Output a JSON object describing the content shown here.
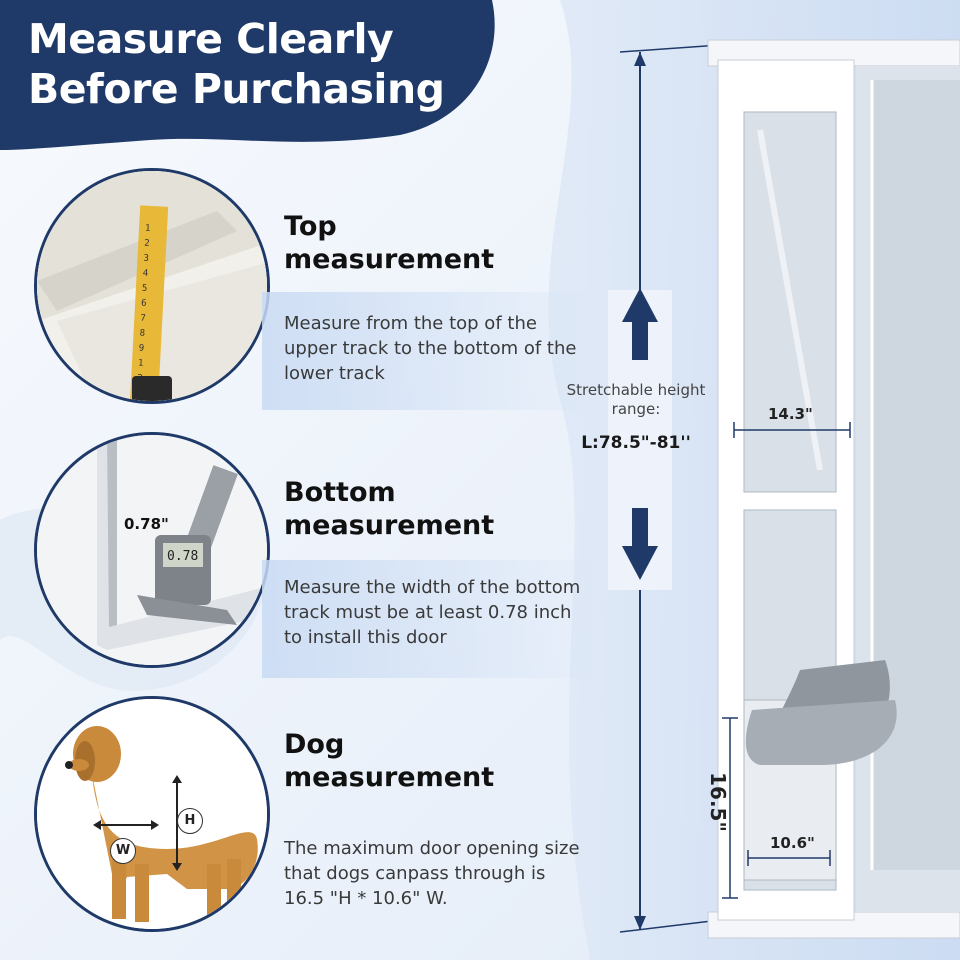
{
  "banner": {
    "title": "Measure Clearly Before Purchasing",
    "color": "#1f3a68"
  },
  "sections": [
    {
      "heading_line1": "Top",
      "heading_line2": "measurement",
      "description": "Measure from the top of the upper track to the bottom of the lower track",
      "image_icon": "tape-measure-photo"
    },
    {
      "heading_line1": "Bottom",
      "heading_line2": "measurement",
      "description": "Measure the width of the bottom track must be at least 0.78 inch to install this door",
      "image_label": "0.78\"",
      "image_icon": "caliper-photo"
    },
    {
      "heading_line1": "Dog",
      "heading_line2": "measurement",
      "description": "The maximum door opening size that dogs canpass through is 16.5 \"H * 10.6\" W.",
      "image_icon": "golden-retriever-photo",
      "width_badge": "W",
      "height_badge": "H"
    }
  ],
  "door_diagram": {
    "stretch_label": "Stretchable height range:",
    "stretch_value": "L:78.5\"-81''",
    "panel_width": "14.3\"",
    "flap_width": "10.6\"",
    "flap_height": "16.5\"",
    "arrow_color": "#1f3a68",
    "frame_color": "#ffffff"
  }
}
